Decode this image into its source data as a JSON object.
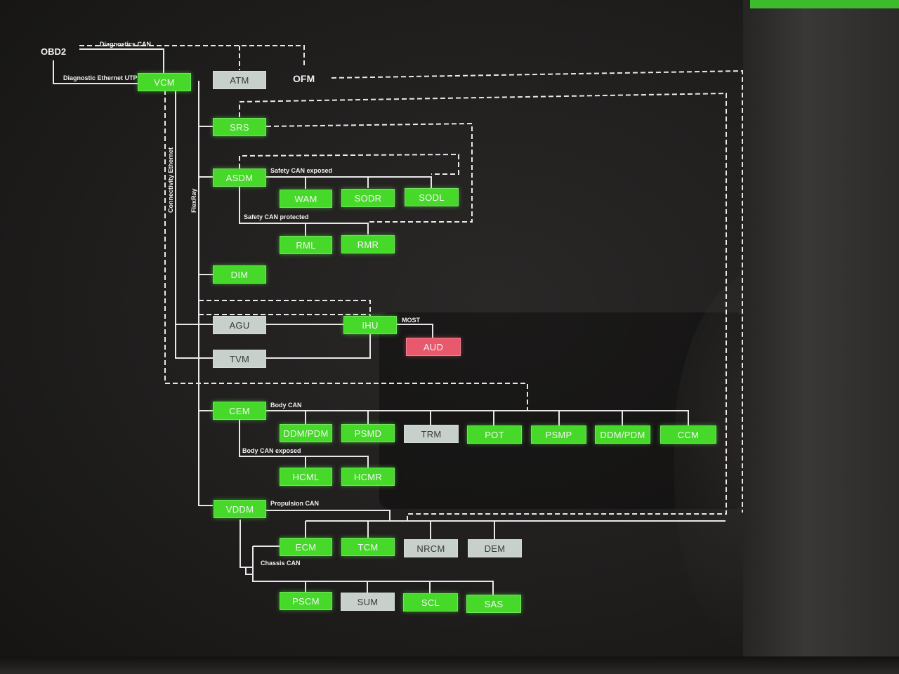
{
  "nodes": {
    "obd2": "OBD2",
    "ofm": "OFM",
    "vcm": "VCM",
    "atm": "ATM",
    "srs": "SRS",
    "asdm": "ASDM",
    "wam": "WAM",
    "sodr": "SODR",
    "sodl": "SODL",
    "rml": "RML",
    "rmr": "RMR",
    "dim": "DIM",
    "agu": "AGU",
    "ihu": "IHU",
    "aud": "AUD",
    "tvm": "TVM",
    "cem": "CEM",
    "ddm1": "DDM/PDM",
    "psmd": "PSMD",
    "trm": "TRM",
    "pot": "POT",
    "psmp": "PSMP",
    "ddm2": "DDM/PDM",
    "ccm": "CCM",
    "hcml": "HCML",
    "hcmr": "HCMR",
    "vddm": "VDDM",
    "ecm": "ECM",
    "tcm": "TCM",
    "nrcm": "NRCM",
    "dem": "DEM",
    "pscm": "PSCM",
    "sum": "SUM",
    "scl": "SCL",
    "sas": "SAS"
  },
  "labels": {
    "diagnostics_can": "Diagnostics CAN",
    "diagnostic_ethernet": "Diagnostic Ethernet UTP",
    "connectivity_ethernet": "Connectivity Ethernet",
    "flexray": "FlexRay",
    "safety_can_exposed": "Safety CAN exposed",
    "safety_can_protected": "Safety CAN protected",
    "most": "MOST",
    "body_can": "Body CAN",
    "body_can_exposed": "Body CAN exposed",
    "propulsion_can": "Propulsion CAN",
    "chassis_can": "Chassis CAN"
  },
  "colors": {
    "active": "#46d92a",
    "inactive": "#c7d0cb",
    "fault": "#e9596e"
  }
}
